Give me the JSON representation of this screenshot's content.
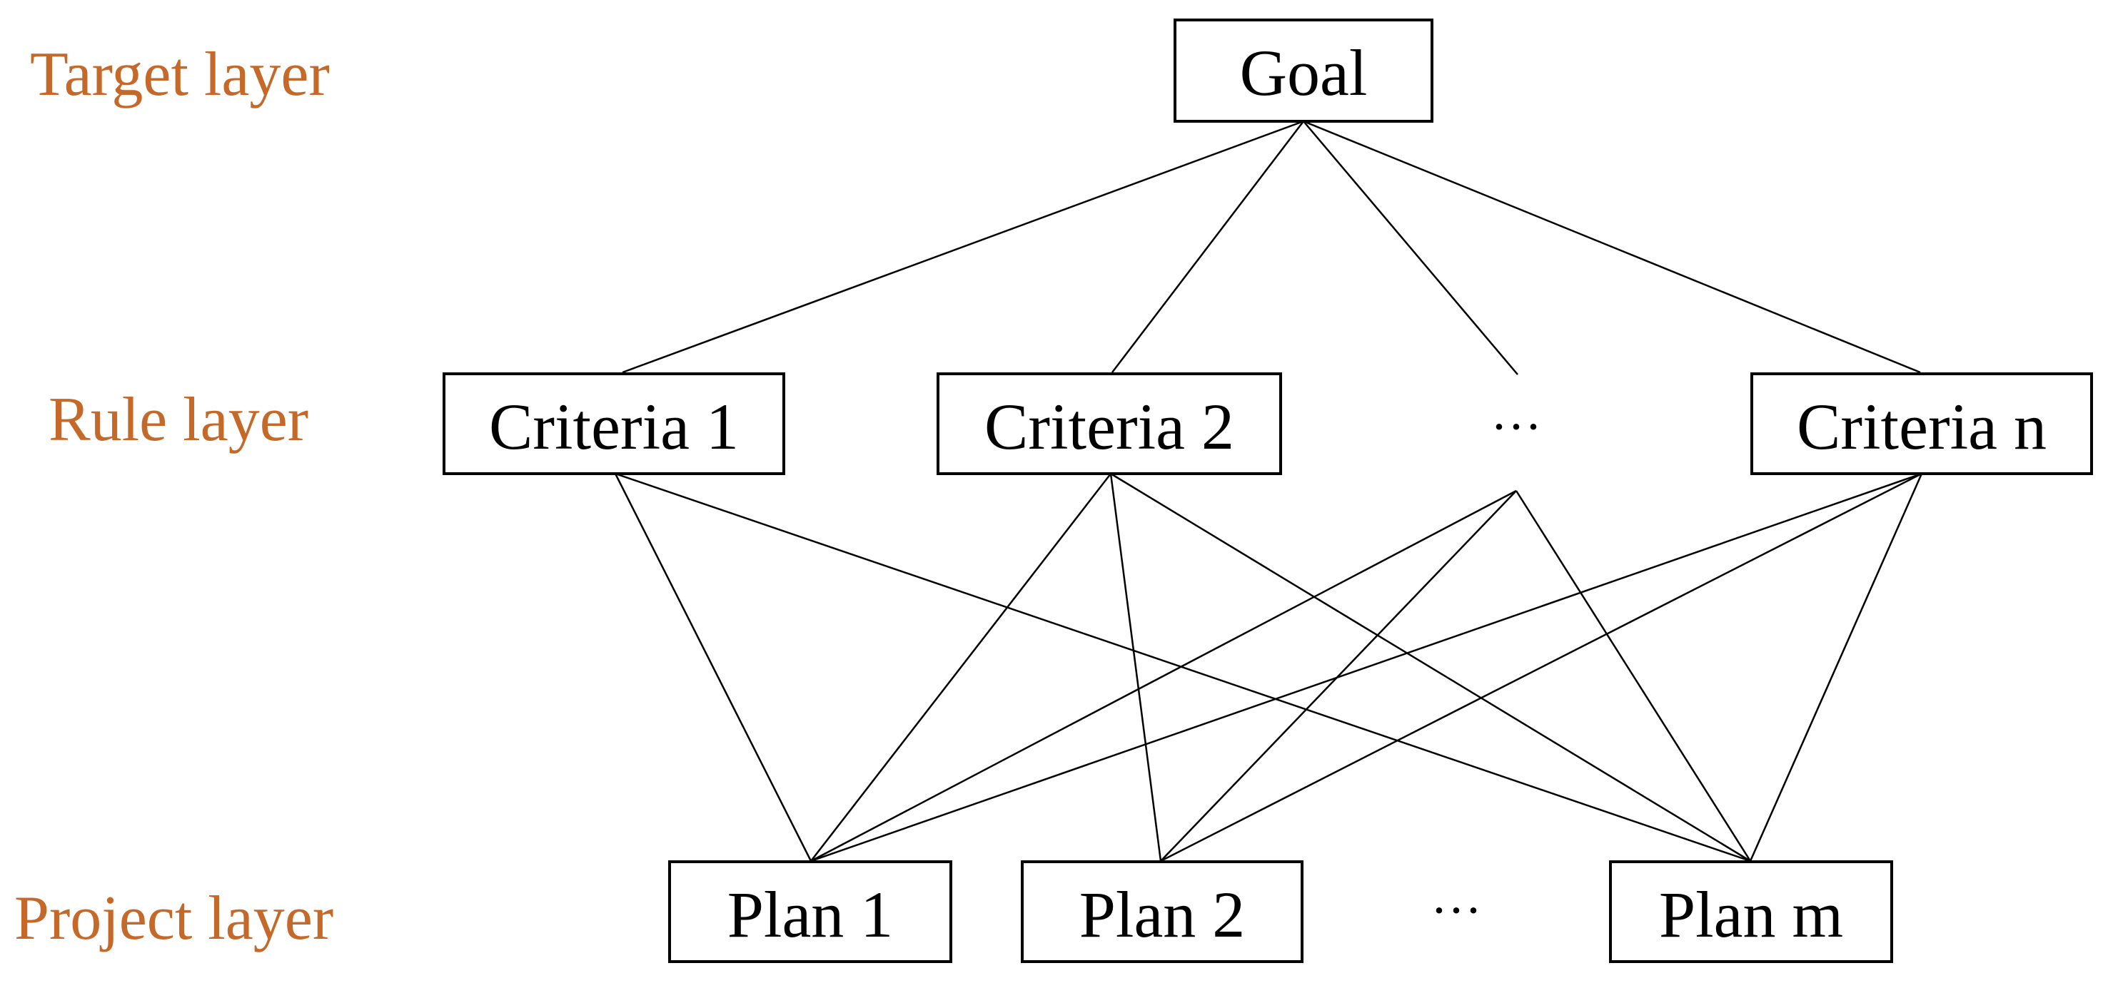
{
  "layers": {
    "target": "Target layer",
    "rule": "Rule layer",
    "project": "Project layer"
  },
  "goal": "Goal",
  "criteria": [
    "Criteria 1",
    "Criteria 2",
    "Criteria n"
  ],
  "plans": [
    "Plan 1",
    "Plan 2",
    "Plan m"
  ],
  "ellipsis": "···",
  "colors": {
    "layer_label": "#c5692a",
    "node_text": "#000000",
    "box_border": "#000000",
    "edge": "#000000"
  }
}
